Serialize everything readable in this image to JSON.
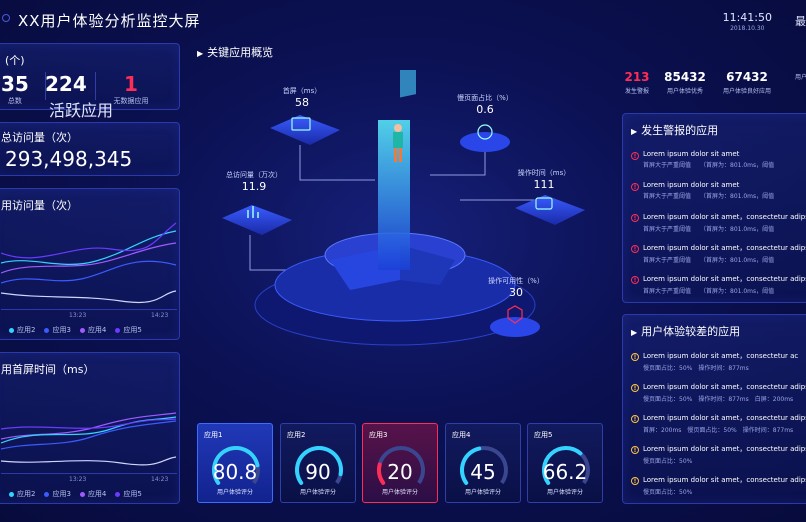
{
  "header": {
    "title": "XX用户体验分析监控大屏",
    "time": "11:41:50",
    "date": "2018.10.30",
    "right_cut": "最"
  },
  "left": {
    "count_panel": {
      "title": "(个)",
      "stats": [
        {
          "value": "35",
          "label": "总数"
        },
        {
          "value": "224",
          "label": "活跃应用"
        },
        {
          "value": "1",
          "label": "无数据应用",
          "color": "#ff2d55"
        }
      ]
    },
    "total_panel": {
      "title": "总访问量（次）",
      "value": "293,498,345"
    },
    "visit_chart": {
      "title": "用访问量（次）",
      "x_ticks": [
        "13:23",
        "14:23"
      ],
      "legend": [
        "应用2",
        "应用3",
        "应用4",
        "应用5"
      ]
    },
    "fp_chart": {
      "title": "用首屏时间（ms）",
      "x_ticks": [
        "13:23",
        "14:23"
      ],
      "legend": [
        "应用2",
        "应用3",
        "应用4",
        "应用5"
      ]
    }
  },
  "center": {
    "title": "关键应用概览",
    "metrics": [
      {
        "label": "首屏（ms）",
        "value": "58"
      },
      {
        "label": "慢页面占比（%）",
        "value": "0.6"
      },
      {
        "label": "总访问量（万次）",
        "value": "11.9"
      },
      {
        "label": "操作时间（ms）",
        "value": "111"
      },
      {
        "label": "操作可用性（%）",
        "value": "30"
      }
    ]
  },
  "gauges": [
    {
      "name": "应用1",
      "value": "80.8",
      "percent": 80.8,
      "sub": "用户体验评分",
      "color": "#34d3ff",
      "active": true
    },
    {
      "name": "应用2",
      "value": "90",
      "percent": 90,
      "sub": "用户体验评分",
      "color": "#34d3ff"
    },
    {
      "name": "应用3",
      "value": "20",
      "percent": 20,
      "sub": "用户体验评分",
      "color": "#ff2d55",
      "alert": true
    },
    {
      "name": "应用4",
      "value": "45",
      "percent": 45,
      "sub": "用户体验评分",
      "color": "#34d3ff"
    },
    {
      "name": "应用5",
      "value": "66.2",
      "percent": 66.2,
      "sub": "用户体验评分",
      "color": "#34d3ff"
    }
  ],
  "right": {
    "stats": [
      {
        "value": "213",
        "label": "发生警报",
        "color": "#ff2d55"
      },
      {
        "value": "85432",
        "label": "用户体验优秀"
      },
      {
        "value": "67432",
        "label": "用户体验良好应用"
      },
      {
        "value": "",
        "label": "用户"
      }
    ],
    "alert_panel": {
      "title": "发生警报的应用",
      "items": [
        {
          "t1": "Lorem ipsum dolor sit amet",
          "t2": "首屏大于严重阈值　　（首屏为：801.0ms，阈值"
        },
        {
          "t1": "Lorem ipsum dolor sit amet",
          "t2": "首屏大于严重阈值　　（首屏为：801.0ms，阈值"
        },
        {
          "t1": "Lorem ipsum dolor sit amet，consectetur adipscing",
          "t2": "首屏大于严重阈值　　（首屏为：801.0ms，阈值"
        },
        {
          "t1": "Lorem ipsum dolor sit amet，consectetur adipscing",
          "t2": "首屏大于严重阈值　　（首屏为：801.0ms，阈值"
        },
        {
          "t1": "Lorem ipsum dolor sit amet，consectetur adipscing",
          "t2": "首屏大于严重阈值　　（首屏为：801.0ms，阈值"
        }
      ]
    },
    "poor_panel": {
      "title": "用户体验较差的应用",
      "items": [
        {
          "t1": "Lorem ipsum dolor sit amet，consectetur ac",
          "t2": "慢页面占比：50%　操作时间：877ms"
        },
        {
          "t1": "Lorem ipsum dolor sit amet，consectetur adipscing",
          "t2": "慢页面占比：50%　操作时间：877ms　白屏：200ms"
        },
        {
          "t1": "Lorem ipsum dolor sit amet，consectetur adipscing",
          "t2": "首屏：200ms　慢页面占比：50%　操作时间：877ms"
        },
        {
          "t1": "Lorem ipsum dolor sit amet，consectetur adipscing",
          "t2": "慢页面占比：50%"
        },
        {
          "t1": "Lorem ipsum dolor sit amet，consectetur adipscing",
          "t2": "慢页面占比：50%"
        }
      ]
    }
  },
  "colors": {
    "accent": "#34d3ff",
    "alert": "#ff2d55",
    "warn": "#ffc53d"
  }
}
